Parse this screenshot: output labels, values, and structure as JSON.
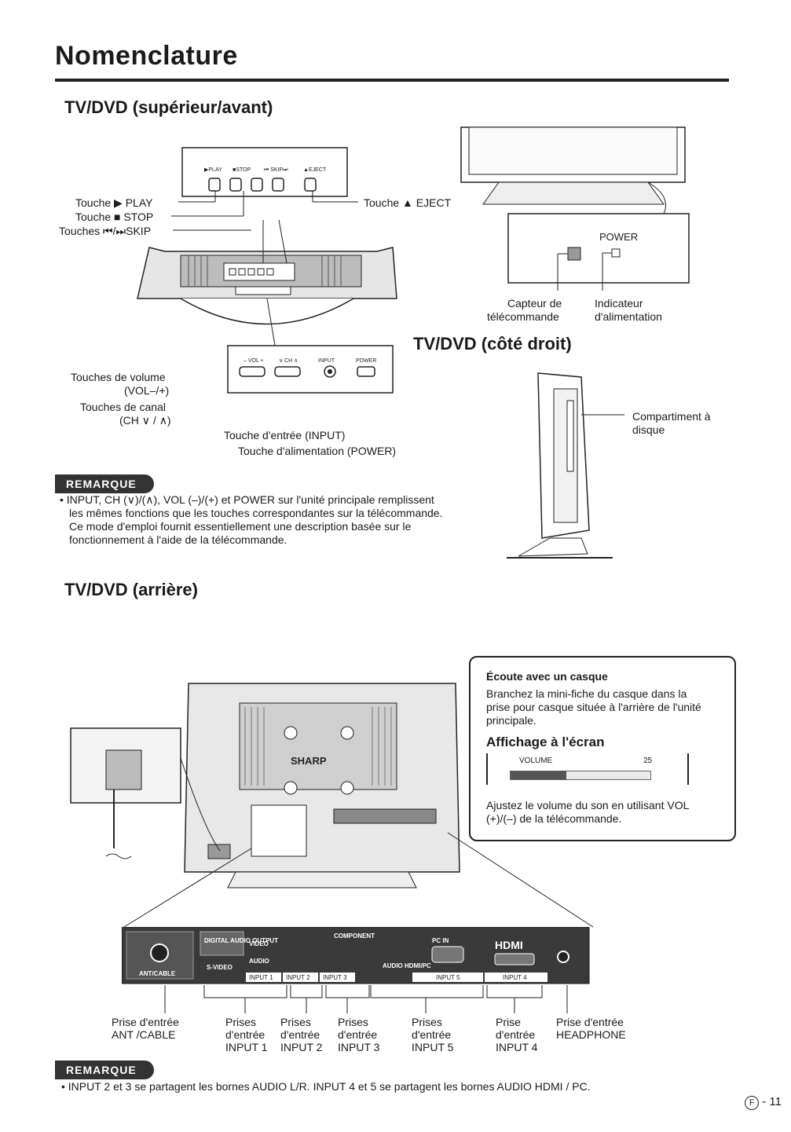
{
  "page": {
    "title": "Nomenclature",
    "number": "11",
    "lang_mark": "F"
  },
  "front": {
    "heading": "TV/DVD (supérieur/avant)",
    "top_buttons": [
      "▶PLAY",
      "■STOP",
      "⏮ SKIP⏭",
      "▲EJECT"
    ],
    "labels": {
      "play": "Touche ▶ PLAY",
      "stop": "Touche ■ STOP",
      "skip": "Touches ⏮/⏭SKIP",
      "eject": "Touche ▲ EJECT",
      "volume_1": "Touches de volume",
      "volume_2": "(VOL–/+)",
      "channel_1": "Touches de canal",
      "channel_2": "(CH ∨ / ∧)",
      "input": "Touche d'entrée (INPUT)",
      "power": "Touche d'alimentation (POWER)"
    },
    "panel_labels": {
      "vol": "– VOL +",
      "ch": "∨ CH ∧",
      "input": "INPUT",
      "power": "POWER"
    },
    "tv_right": {
      "power_text": "POWER",
      "sensor_1": "Capteur de",
      "sensor_2": "télécommande",
      "indicator_1": "Indicateur",
      "indicator_2": "d'alimentation"
    }
  },
  "side": {
    "heading": "TV/DVD (côté droit)",
    "compartment_1": "Compartiment à",
    "compartment_2": "disque"
  },
  "note1": {
    "badge": "REMARQUE",
    "line1": "• INPUT, CH (∨)/(∧), VOL (–)/(+) et POWER sur l'unité principale remplissent",
    "line2": "les mêmes fonctions que les touches correspondantes sur la télécommande.",
    "line3": "Ce mode d'emploi fournit essentiellement une description basée sur le",
    "line4": "fonctionnement à l'aide de la télécommande."
  },
  "rear": {
    "heading": "TV/DVD (arrière)",
    "brand": "SHARP",
    "headphone_box": {
      "title": "Écoute avec un casque",
      "p1": "Branchez la mini-fiche du casque dans la",
      "p2": "prise pour casque située à l'arrière de l'unité",
      "p3": "principale.",
      "osd_title": "Affichage à l'écran",
      "vol_label": "VOLUME",
      "vol_value": "25",
      "vol_fraction": 0.4,
      "p4": "Ajustez le volume du son en utilisant VOL",
      "p5": "(+)/(–) de la télécommande."
    },
    "panel": {
      "ant": "ANT/CABLE",
      "digital": "DIGITAL AUDIO OUTPUT",
      "svideo": "S-VIDEO",
      "video1": "VIDEO",
      "audio": "AUDIO",
      "component": "COMPONENT",
      "pcin": "PC IN",
      "audio_hdmi": "AUDIO HDMI/PC",
      "hdmi": "HDMI",
      "input1": "INPUT 1",
      "input2": "INPUT 2",
      "input3": "INPUT 3",
      "input5": "INPUT 5",
      "input4": "INPUT 4"
    },
    "bottom_labels": [
      {
        "l1": "Prise d'entrée",
        "l2": "ANT /CABLE",
        "l3": ""
      },
      {
        "l1": "Prises",
        "l2": "d'entrée",
        "l3": "INPUT 1"
      },
      {
        "l1": "Prises",
        "l2": "d'entrée",
        "l3": "INPUT 2"
      },
      {
        "l1": "Prises",
        "l2": "d'entrée",
        "l3": "INPUT 3"
      },
      {
        "l1": "Prises",
        "l2": "d'entrée",
        "l3": "INPUT 5"
      },
      {
        "l1": "Prise",
        "l2": "d'entrée",
        "l3": "INPUT 4"
      },
      {
        "l1": "Prise d'entrée",
        "l2": "HEADPHONE",
        "l3": ""
      }
    ]
  },
  "note2": {
    "badge": "REMARQUE",
    "line1": "• INPUT 2 et 3 se partagent les bornes AUDIO L/R. INPUT 4 et 5 se partagent les bornes AUDIO HDMI / PC."
  }
}
